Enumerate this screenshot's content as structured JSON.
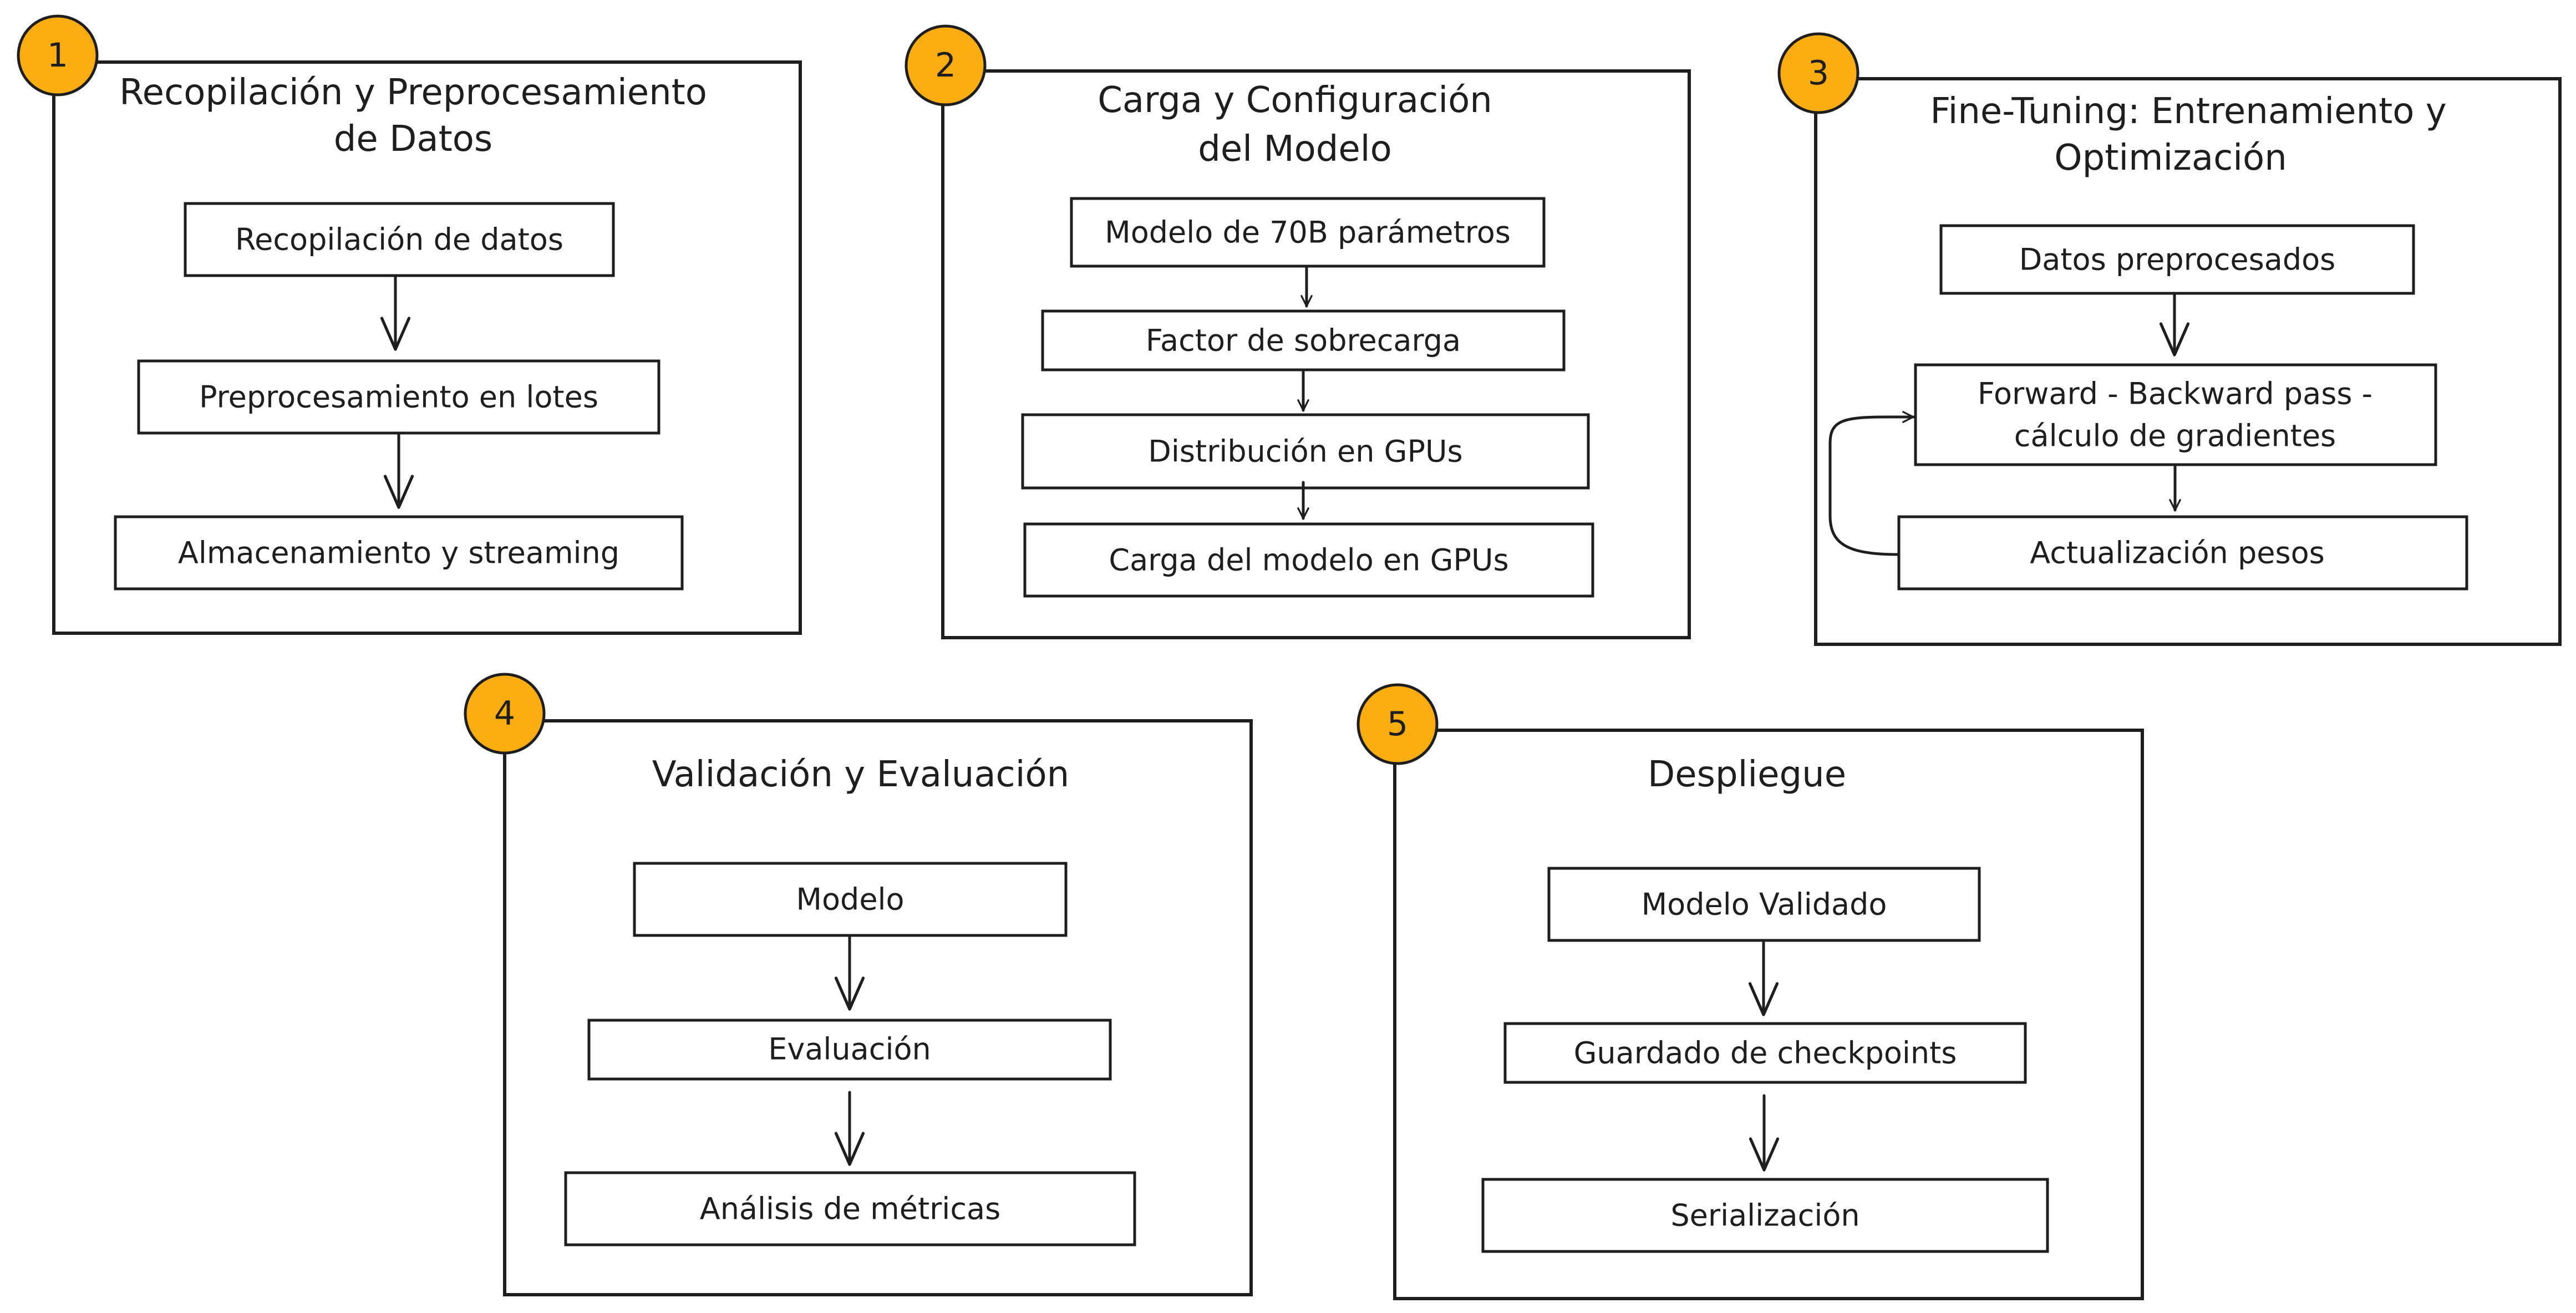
{
  "colors": {
    "badge_fill": "#f9ad10",
    "stroke": "#1e1e1e",
    "background": "#ffffff"
  },
  "panels": [
    {
      "number": "1",
      "title_lines": [
        "Recopilación y Preprocesamiento",
        "de Datos"
      ],
      "steps": [
        "Recopilación de datos",
        "Preprocesamiento en lotes",
        "Almacenamiento y streaming"
      ]
    },
    {
      "number": "2",
      "title_lines": [
        "Carga y Configuración",
        "del Modelo"
      ],
      "steps": [
        "Modelo de 70B parámetros",
        "Factor de sobrecarga",
        "Distribución en GPUs",
        "Carga del modelo en GPUs"
      ]
    },
    {
      "number": "3",
      "title_lines": [
        "Fine-Tuning: Entrenamiento y",
        "Optimización"
      ],
      "steps": [
        "Datos preprocesados",
        "Forward - Backward pass -",
        "cálculo de gradientes",
        "Actualización pesos"
      ]
    },
    {
      "number": "4",
      "title_lines": [
        "Validación y Evaluación"
      ],
      "steps": [
        "Modelo",
        "Evaluación",
        "Análisis de métricas"
      ]
    },
    {
      "number": "5",
      "title_lines": [
        "Despliegue"
      ],
      "steps": [
        "Modelo Validado",
        "Guardado de checkpoints",
        "Serialización"
      ]
    }
  ]
}
